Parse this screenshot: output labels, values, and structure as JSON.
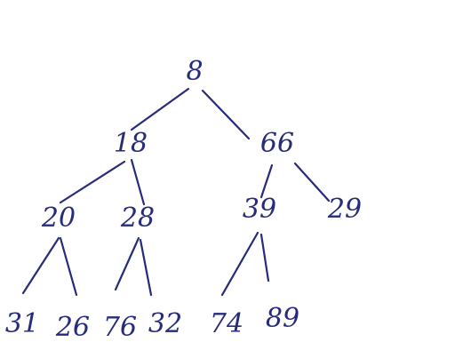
{
  "tree": {
    "ink_color": "#262b7a",
    "nodes": {
      "root": "8",
      "n18": "18",
      "n66": "66",
      "n20": "20",
      "n28": "28",
      "n39": "39",
      "n29": "29",
      "n31": "31",
      "n26": "26",
      "n76": "76",
      "n32": "32",
      "n74": "74",
      "n89": "89"
    },
    "edges": [
      [
        "root",
        "n18"
      ],
      [
        "root",
        "n66"
      ],
      [
        "n18",
        "n20"
      ],
      [
        "n18",
        "n28"
      ],
      [
        "n66",
        "n39"
      ],
      [
        "n66",
        "n29"
      ],
      [
        "n20",
        "n31"
      ],
      [
        "n20",
        "n26"
      ],
      [
        "n28",
        "n76"
      ],
      [
        "n28",
        "n32"
      ],
      [
        "n39",
        "n74"
      ],
      [
        "n39",
        "n89"
      ]
    ]
  }
}
